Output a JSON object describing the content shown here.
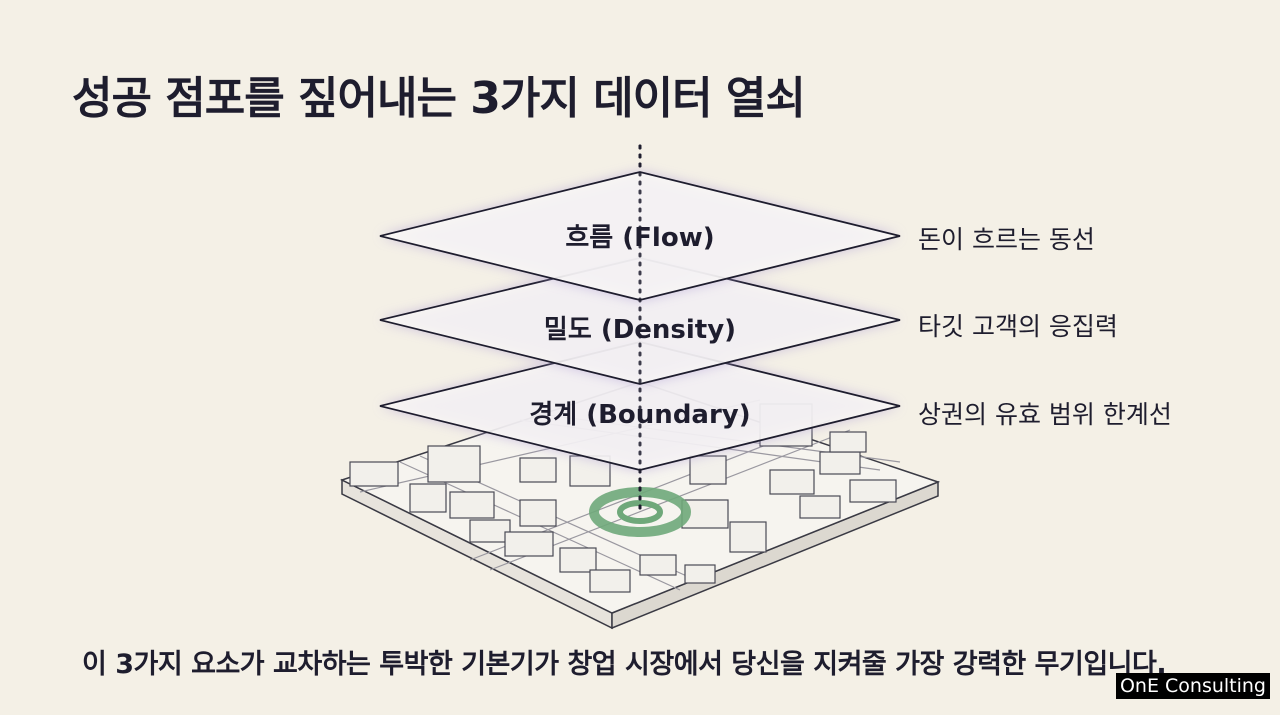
{
  "title": "성공 점포를 짚어내는 3가지 데이터 열쇠",
  "layers": [
    {
      "label": "흐름 (Flow)",
      "description": "돈이 흐르는 동선"
    },
    {
      "label": "밀도 (Density)",
      "description": "타깃 고객의 응집력"
    },
    {
      "label": "경계 (Boundary)",
      "description": "상권의 유효 범위 한계선"
    }
  ],
  "footer": "이 3가지 요소가 교차하는 투박한 기본기가 창업 시장에서 당신을 지켜줄 가장 강력한 무기입니다.",
  "badge": "OnE Consulting",
  "colors": {
    "background": "#f4f0e6",
    "target_ring": "#6fa87a",
    "layer_glow": "#b7a8d8",
    "text": "#1e1d2e"
  }
}
